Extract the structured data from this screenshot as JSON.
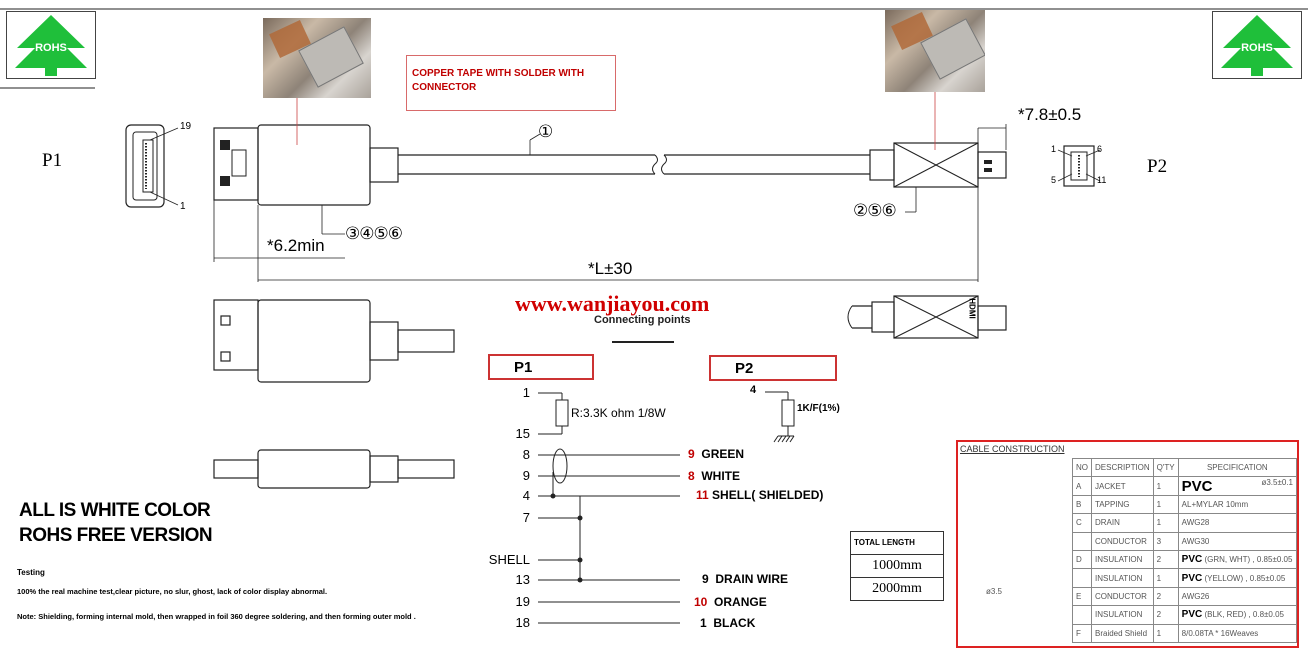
{
  "rohs_label": "ROHS",
  "note_copper": "COPPER TAPE WITH   SOLDER WITH CONNECTOR",
  "p1_label": "P1",
  "p2_label": "P2",
  "p1_pin_top": "19",
  "p1_pin_bottom": "1",
  "p2_pins": {
    "tl": "1",
    "tr": "6",
    "bl": "5",
    "br": "11"
  },
  "callout_cable": "①",
  "callout_p1": "③④⑤⑥",
  "callout_p2": "②⑤⑥",
  "dim_p2": "*7.8±0.5",
  "dim_p1": "*6.2min",
  "dim_length": "*L±30",
  "hdmi_mark": "HDMI",
  "watermark": "www.wanjiayou.com",
  "connecting_points": "Connecting points",
  "schematic": {
    "p1_title": "P1",
    "p2_title": "P2",
    "resistor_label": "R:3.3K  ohm  1/8W",
    "p2_resistor_label": "1K/F(1%)",
    "p2_pin": "4",
    "p1_pins": [
      "1",
      "15",
      "8",
      "9",
      "4",
      "7",
      "SHELL",
      "13",
      "19",
      "18"
    ],
    "wires": [
      {
        "num": "9",
        "color": "GREEN"
      },
      {
        "num": "8",
        "color": "WHITE"
      },
      {
        "num": "11",
        "color": "SHELL( SHIELDED)"
      },
      {
        "num": "9",
        "color": "DRAIN WIRE"
      },
      {
        "num": "10",
        "color": "ORANGE"
      },
      {
        "num": "1",
        "color": "BLACK"
      }
    ]
  },
  "notes": {
    "line1": "ALL IS WHITE COLOR",
    "line2": "ROHS FREE VERSION",
    "testing_title": "Testing",
    "testing_text": "100% the real machine test,clear picture, no slur, ghost, lack of color display abnormal.",
    "note_text": "Note: Shielding, forming internal mold, then wrapped in foil 360 degree soldering, and then forming outer mold ."
  },
  "total_length": {
    "header": "TOTAL LENGTH",
    "values": [
      "1000mm",
      "2000mm"
    ]
  },
  "cable_construction": {
    "title": "CABLE CONSTRUCTION",
    "dia_label": "ø3.5",
    "columns": [
      "NO",
      "DESCRIPTION",
      "Q'TY",
      "SPECIFICATION"
    ],
    "rows": [
      {
        "no": "A",
        "desc": "JACKET",
        "qty": "1",
        "spec_bold": "PVC",
        "spec": "ø3.5±0.1"
      },
      {
        "no": "B",
        "desc": "TAPPING",
        "qty": "1",
        "spec_bold": "",
        "spec": "AL+MYLAR 10mm"
      },
      {
        "no": "C",
        "desc": "DRAIN",
        "qty": "1",
        "spec_bold": "",
        "spec": "AWG28"
      },
      {
        "no": "",
        "desc": "CONDUCTOR",
        "qty": "3",
        "spec_bold": "",
        "spec": "AWG30"
      },
      {
        "no": "D",
        "desc": "INSULATION",
        "qty": "2",
        "spec_bold": "PVC",
        "spec": "(GRN, WHT) , 0.85±0.05"
      },
      {
        "no": "",
        "desc": "INSULATION",
        "qty": "1",
        "spec_bold": "PVC",
        "spec": "(YELLOW) , 0.85±0.05"
      },
      {
        "no": "E",
        "desc": "CONDUCTOR",
        "qty": "2",
        "spec_bold": "",
        "spec": "AWG26"
      },
      {
        "no": "",
        "desc": "INSULATION",
        "qty": "2",
        "spec_bold": "PVC",
        "spec": "(BLK, RED) , 0.8±0.05"
      },
      {
        "no": "F",
        "desc": "Braided Shield",
        "qty": "1",
        "spec_bold": "",
        "spec": "8/0.08TA * 16Weaves"
      }
    ]
  }
}
